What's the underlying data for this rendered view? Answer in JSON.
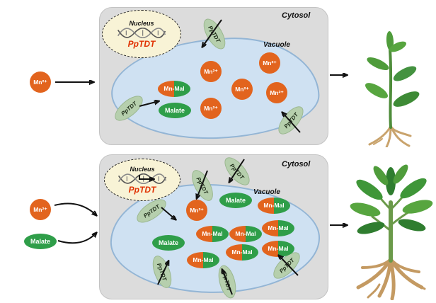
{
  "labels": {
    "cytosol": "Cytosol",
    "vacuole": "Vacuole",
    "nucleus": "Nucleus",
    "gene": "PpTDT",
    "transporter": "PpTDT",
    "mn": "Mn²⁺",
    "malate": "Malate",
    "mn_mal": "Mn-Mal"
  },
  "colors": {
    "panel_fill": "#dcdcdc",
    "vacuole_fill": "#cfe1f2",
    "vacuole_border": "#93b5d5",
    "nucleus_fill": "#f8f3d6",
    "mn_fill": "#e2641e",
    "malate_fill": "#2f9e49",
    "transporter_fill": "#b6cfad",
    "gene_color": "#e03000",
    "arrow_color": "#111111"
  }
}
